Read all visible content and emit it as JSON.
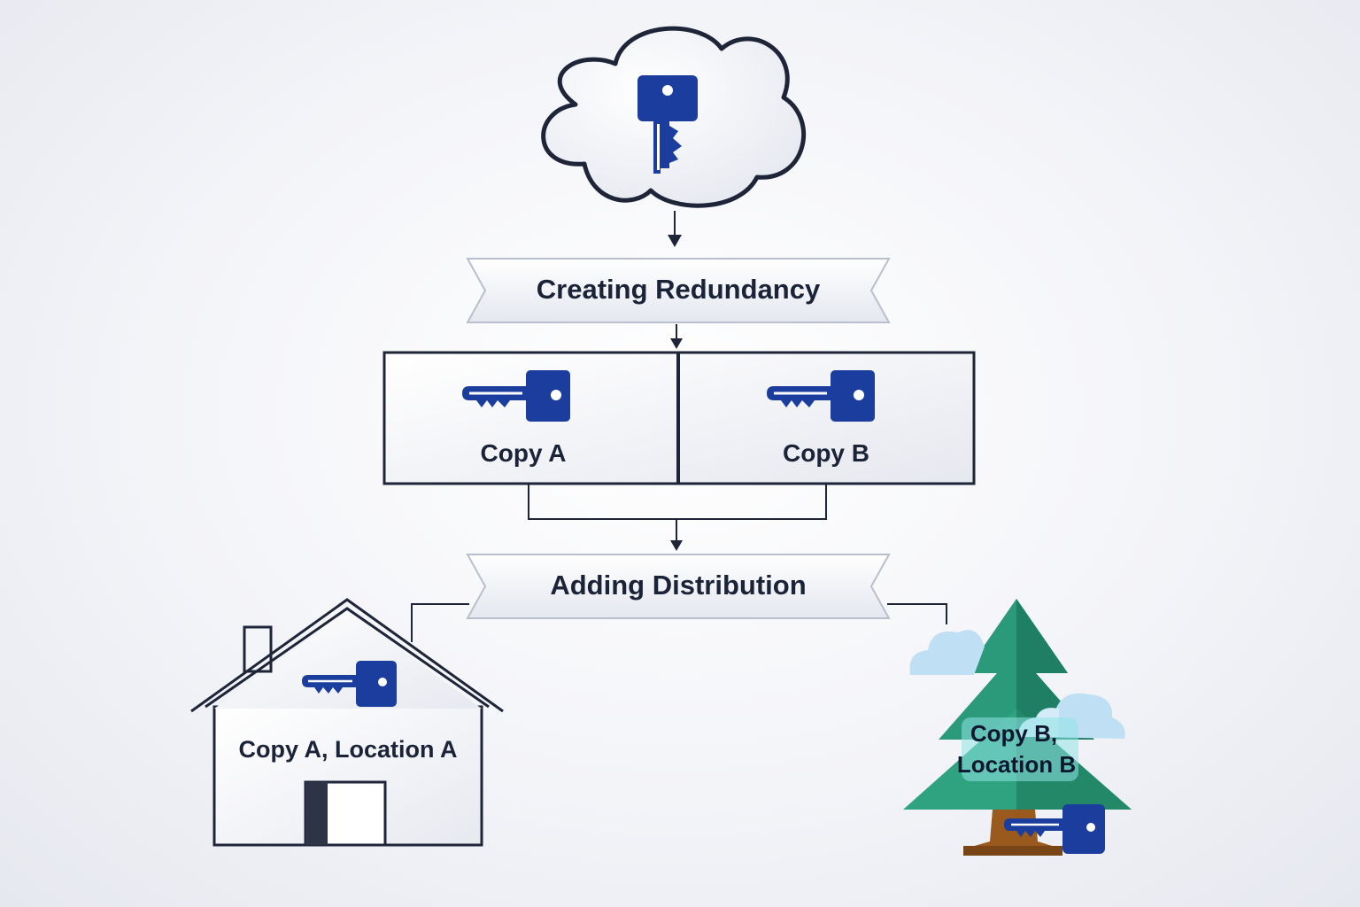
{
  "diagram": {
    "banner_redundancy": "Creating Redundancy",
    "copy_a_label": "Copy A",
    "copy_b_label": "Copy B",
    "banner_distribution": "Adding Distribution",
    "location_a_label": "Copy A, Location A",
    "location_b_label_line1": "Copy B,",
    "location_b_label_line2": "Location B"
  },
  "colors": {
    "key_blue": "#1b3d9e",
    "outline": "#1e2538",
    "tree_green": "#2a9a7a",
    "trunk_brown": "#9a5a1e",
    "cloud_fill": "#ffffff",
    "snow_blue": "#bfe0f4"
  },
  "icons": [
    "cloud-icon",
    "key-icon",
    "house-icon",
    "tree-icon",
    "arrow-down-icon"
  ]
}
